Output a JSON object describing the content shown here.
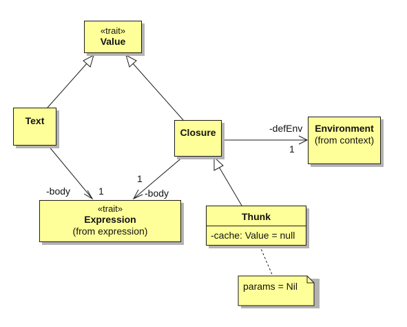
{
  "classes": {
    "value": {
      "stereotype": "«trait»",
      "name": "Value"
    },
    "text": {
      "name": "Text"
    },
    "closure": {
      "name": "Closure"
    },
    "environment": {
      "name": "Environment",
      "package": "(from context)"
    },
    "expression": {
      "stereotype": "«trait»",
      "name": "Expression",
      "package": "(from expression)"
    },
    "thunk": {
      "name": "Thunk",
      "attribute": "-cache: Value = null"
    }
  },
  "associations": {
    "text_body": {
      "role": "-body",
      "multiplicity": "1"
    },
    "closure_body": {
      "role": "-body",
      "multiplicity": "1"
    },
    "closure_defenv": {
      "role": "-defEnv",
      "multiplicity": "1"
    }
  },
  "note": {
    "text": "params = Nil"
  },
  "colors": {
    "class_fill": "#ffff99",
    "border": "#1a1a1a",
    "shadow": "#b3b3b3",
    "line": "#1a1a1a"
  }
}
